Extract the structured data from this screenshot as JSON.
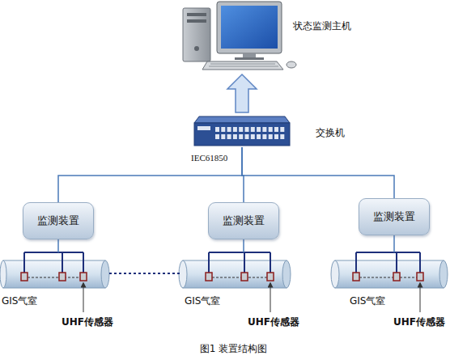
{
  "diagram": {
    "caption": "图1 装置结构图",
    "nodes": [
      {
        "text": [
          "状态监测主机"
        ]
      },
      {
        "text": [
          "交换机"
        ]
      },
      {
        "text": [
          "监测装置"
        ]
      },
      {
        "text": [
          "监测装置"
        ]
      },
      {
        "text": [
          "监测装置"
        ]
      },
      {
        "text": [
          "GIS气室"
        ]
      },
      {
        "text": [
          "GIS气室"
        ]
      },
      {
        "text": [
          "GIS气室"
        ]
      }
    ],
    "edges": [
      {
        "from": 1,
        "to": 0,
        "arrow": "to"
      },
      {
        "from": 2,
        "to": 1,
        "arrow": "none"
      },
      {
        "from": 3,
        "to": 1,
        "arrow": "none"
      },
      {
        "from": 4,
        "to": 1,
        "arrow": "none"
      },
      {
        "from": 2,
        "to": 5,
        "arrow": "none"
      },
      {
        "from": 3,
        "to": 6,
        "arrow": "none"
      },
      {
        "from": 4,
        "to": 7,
        "arrow": "none"
      },
      {
        "from": 5,
        "to": 6,
        "arrow": "none"
      }
    ],
    "labels": [
      "IEC61850",
      "UHF传感器",
      "UHF传感器",
      "UHF传感器"
    ]
  }
}
